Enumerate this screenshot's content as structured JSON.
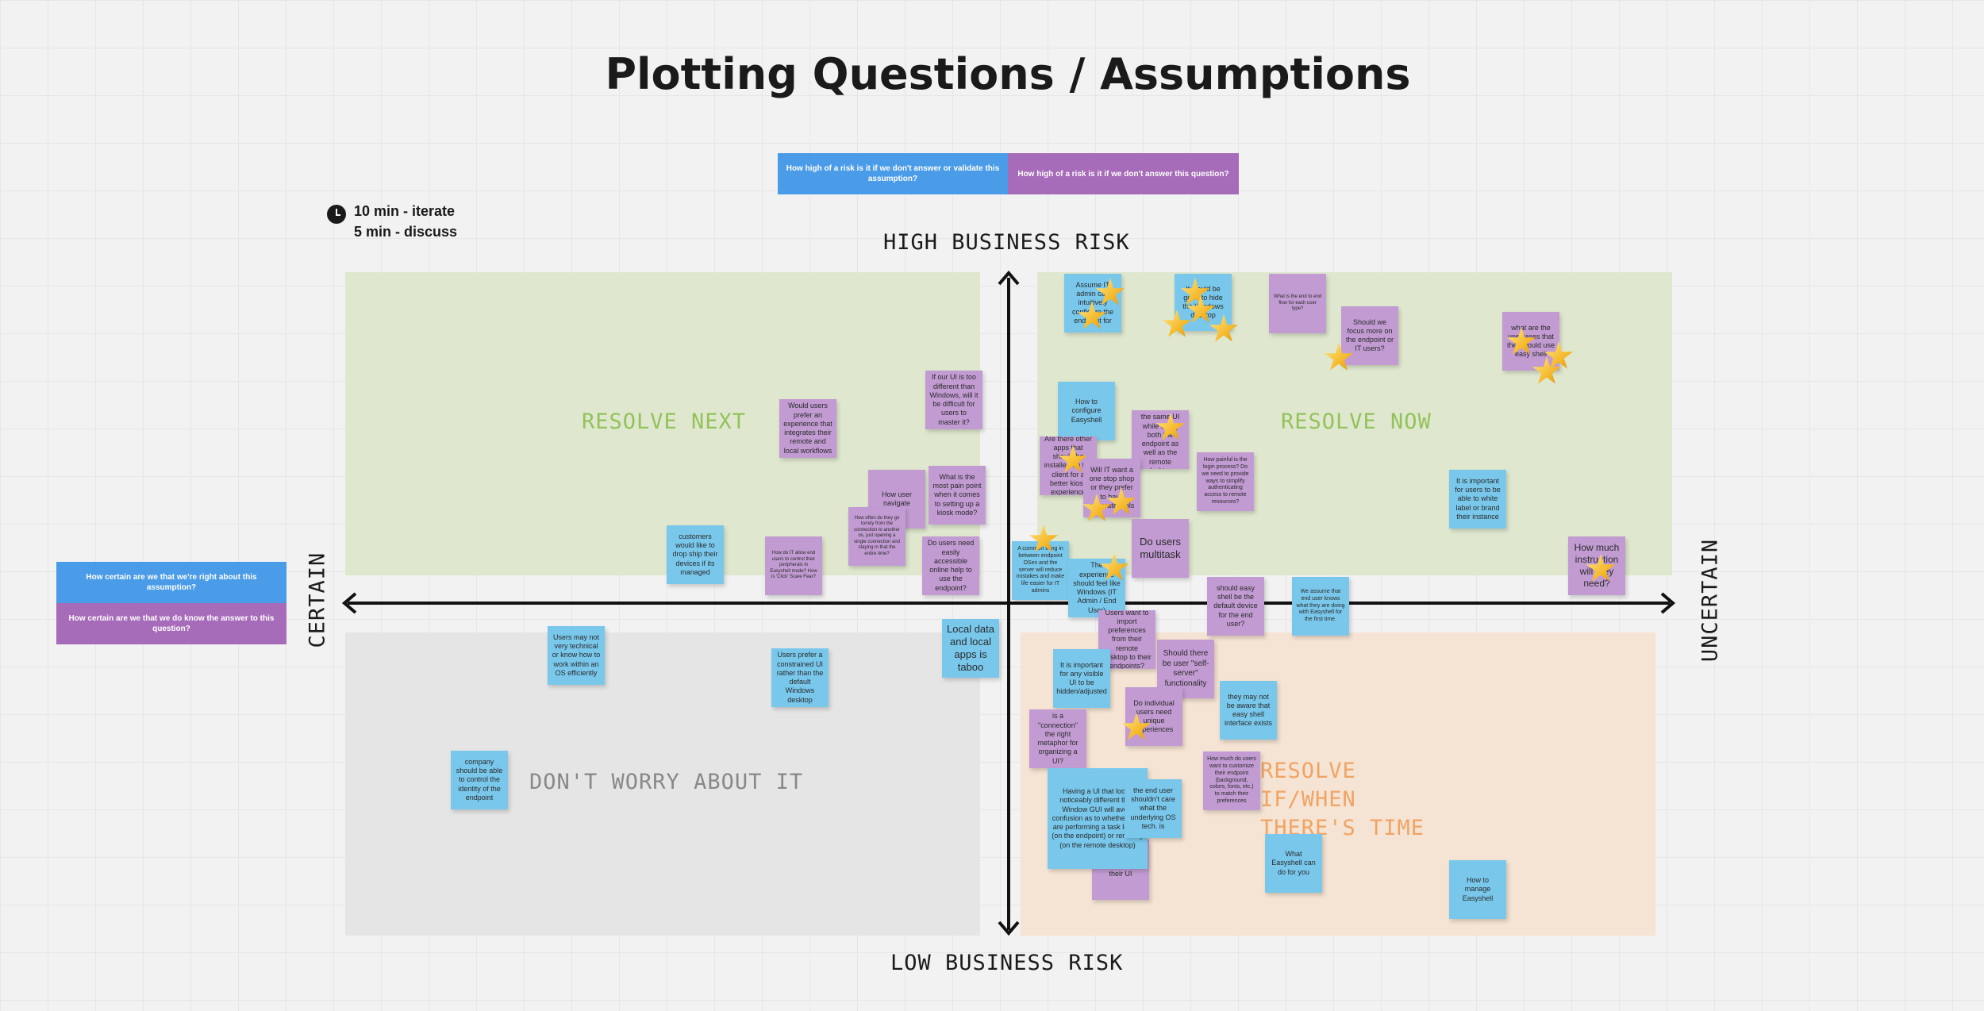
{
  "title": "Plotting Questions / Assumptions",
  "legend_top": {
    "blue": "How high of a risk is it if we don't answer or validate this assumption?",
    "purple": "How high of a risk is it if we don't answer this question?"
  },
  "legend_left": {
    "blue": "How certain are we that we're right about this assumption?",
    "purple": "How certain are we that we do know the answer to this question?"
  },
  "timer": {
    "line1": "10 min - iterate",
    "line2": "5 min - discuss"
  },
  "axes": {
    "top": "HIGH BUSINESS RISK",
    "bottom": "LOW BUSINESS RISK",
    "left": "CERTAIN",
    "right": "UNCERTAIN"
  },
  "quadrants": {
    "top_left": "RESOLVE NEXT",
    "top_right": "RESOLVE NOW",
    "bottom_left": "DON'T WORRY ABOUT IT",
    "bottom_right": "RESOLVE IF/WHEN THERE'S TIME"
  },
  "colors": {
    "assumption": "#79c8ec",
    "question": "#c29bd3",
    "resolve_zone": "#dfe8cf",
    "dont_worry_zone": "#e5e5e5",
    "if_time_zone": "#f5e3d3"
  },
  "notes": {
    "n1": "Assume IT admin can intuitively configure the endpoint for",
    "n2": "It would be good to hide the Windows desktop",
    "n3": "What is the end to end flow for each user type?",
    "n4": "Should we focus more on the endpoint or IT users?",
    "n5": "what are the use cases that they would use easy shell",
    "n6": "If our UI is too different than Windows, will it be difficult for users to master it?",
    "n7": "How to configure Easyshell",
    "n8": "Would users prefer an experience that integrates their remote and local workflows",
    "n9": "Do users need the same UI while using both the endpoint as well as the remote desktop",
    "n10": "Are there other apps that should be installed on the client for a better kiosk experience",
    "n11": "How painful is the login process? Do we need to provide ways to simplify authenticating access to remote resources?",
    "n12": "Will IT want a one stop shop or they prefer to have separate tools",
    "n13": "How user navigate",
    "n14": "What is the most pain point when it comes to setting up a kiosk mode?",
    "n15": "It is important for users to be able to white label or brand their instance",
    "n16": "How often do they go to/rely from the connection to another os, just opening a single connection and staying in that the entire time?",
    "n17": "customers would like to drop ship their devices if its managed",
    "n18": "How do IT allow end users to control their peripherals in Easyshell mode? How is 'Click' Scare Fear?",
    "n19": "Do users need easily accessible online help to use the endpoint?",
    "n20": "A common thing in between endpoint OSes and the server will reduce mistakes and make life easier for IT admins",
    "n21": "Do users multitask",
    "n22": "How much instruction will they need?",
    "n23": "The experience should feel like Windows (IT Admin / End User)",
    "n24": "should easy shell be the default device for the end user?",
    "n25": "We assume that end user knows what they are doing with Easyshell for the first time.",
    "n26": "Users want to import preferences from their remote desktop to their endpoints?",
    "n27": "Users may not very technical or know how to work within an OS efficiently",
    "n28": "Users prefer a constrained UI rather than the default Windows desktop",
    "n29": "Local data and local apps is taboo",
    "n30": "It is important for any visible UI to be hidden/adjusted",
    "n31": "Should there be user \"self-server\" functionality",
    "n32": "Do individual users need unique experiences",
    "n33": "they may not be aware that easy shell interface exists",
    "n34": "is a \"connection\" the right metaphor for organizing a UI?",
    "n35": "company should be able to control the identity of the endpoint",
    "n36": "How much do users want to customize their endpoint (background, colors, fonts, etc.) to match their preferences",
    "n37": "Having a UI that looks noticeably different than Window GUI will avoid confusion as to whether they are performing a task locally (on the endpoint) or remotely (on the remote desktop)",
    "n38": "the end user shouldn't care what the underlying OS tech. is",
    "n39": "Items around their UI",
    "n40": "What Easyshell can do for you",
    "n41": "How to manage Easyshell"
  }
}
